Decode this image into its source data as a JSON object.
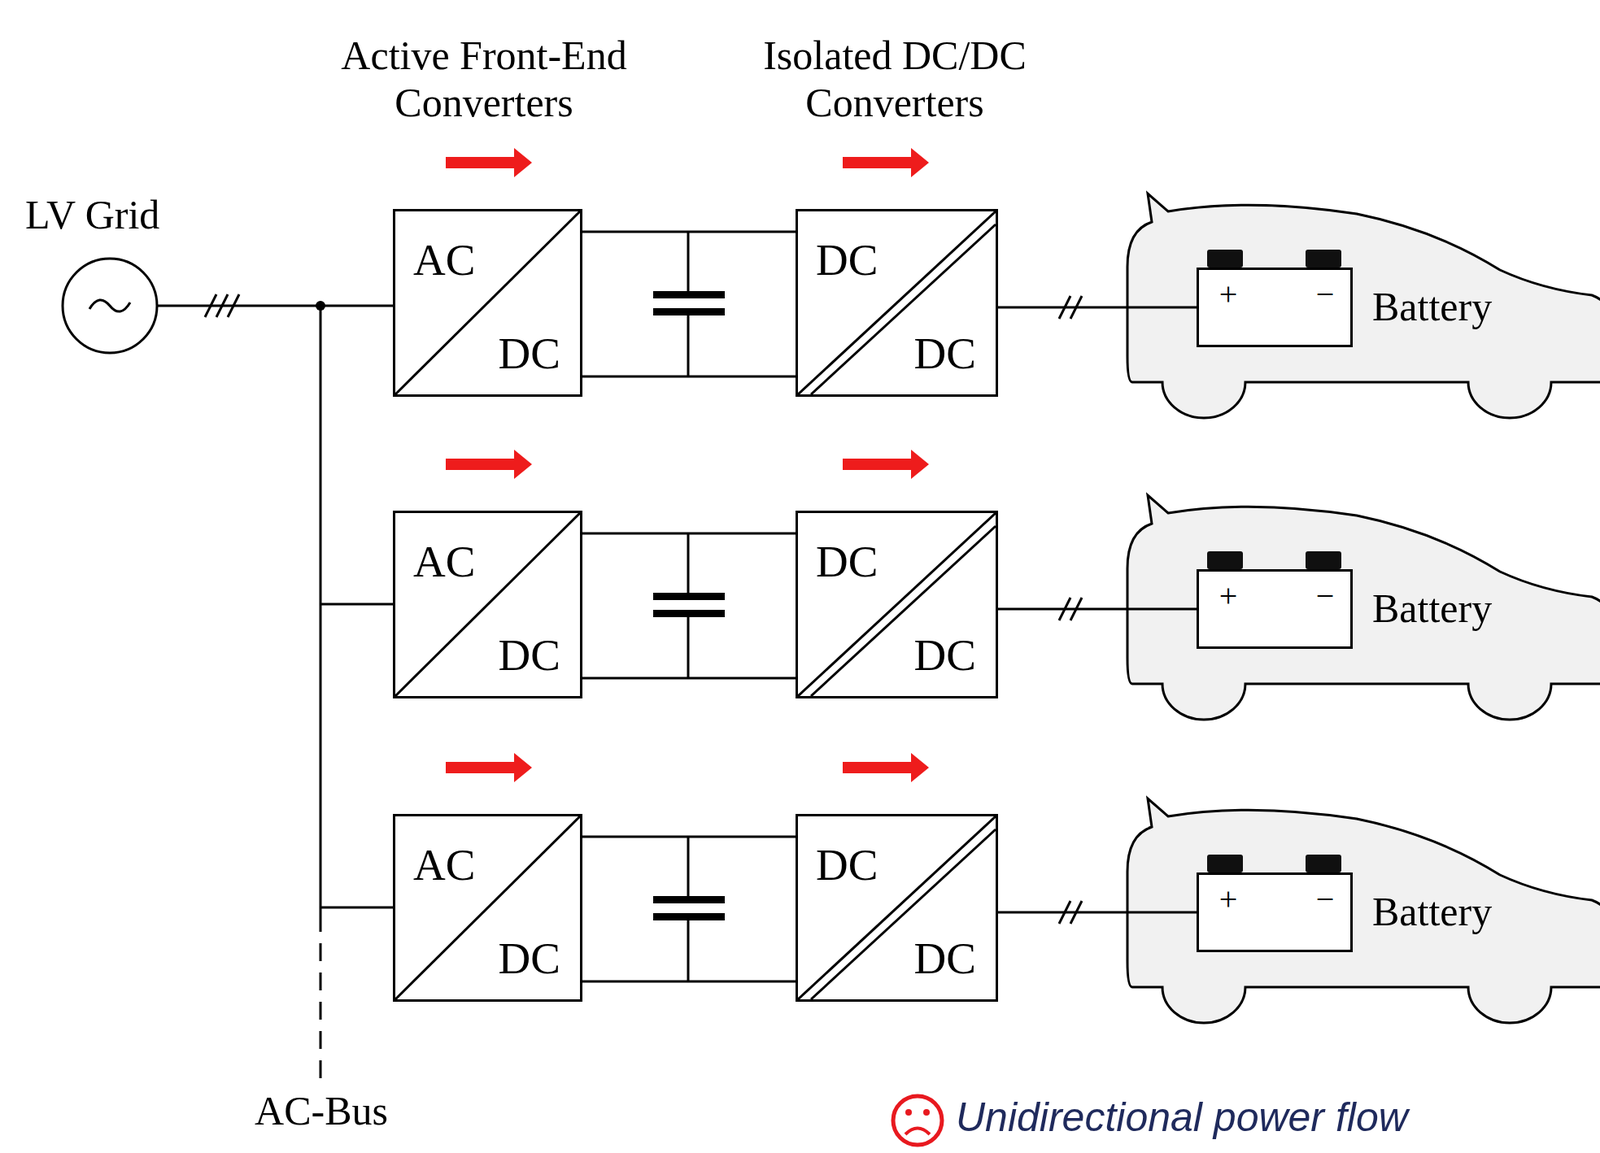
{
  "diagram": {
    "nodes": [
      {
        "text": [
          "AC",
          "DC"
        ]
      },
      {
        "text": [
          "DC",
          "DC"
        ]
      },
      {
        "text": [
          "Battery"
        ]
      },
      {
        "text": [
          "+",
          "−"
        ],
        "in": 2
      },
      {
        "text": [
          "AC",
          "DC"
        ]
      },
      {
        "text": [
          "DC",
          "DC"
        ]
      },
      {
        "text": [
          "Battery"
        ]
      },
      {
        "text": [
          "+",
          "−"
        ],
        "in": 6
      },
      {
        "text": [
          "AC",
          "DC"
        ]
      },
      {
        "text": [
          "DC",
          "DC"
        ]
      },
      {
        "text": [
          "Battery"
        ]
      },
      {
        "text": [
          "+",
          "−"
        ],
        "in": 10
      }
    ],
    "edges": [
      {
        "from": 0,
        "to": 1,
        "arrow": "none"
      },
      {
        "from": 1,
        "to": 3,
        "arrow": "none"
      },
      {
        "from": 4,
        "to": 5,
        "arrow": "none"
      },
      {
        "from": 5,
        "to": 7,
        "arrow": "none"
      },
      {
        "from": 8,
        "to": 9,
        "arrow": "none"
      },
      {
        "from": 9,
        "to": 11,
        "arrow": "none"
      }
    ],
    "labels": [
      "LV Grid",
      "Active Front-End Converters",
      "Isolated DC/DC Converters",
      "AC-Bus",
      "Unidirectional power flow"
    ]
  }
}
